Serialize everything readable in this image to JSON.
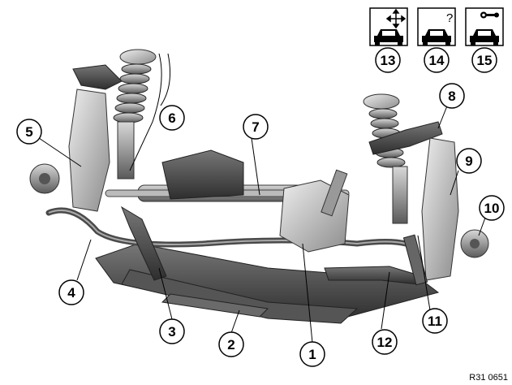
{
  "figure_ref": "R31 0651",
  "callouts": [
    {
      "n": "1"
    },
    {
      "n": "2"
    },
    {
      "n": "3"
    },
    {
      "n": "4"
    },
    {
      "n": "5"
    },
    {
      "n": "6"
    },
    {
      "n": "7"
    },
    {
      "n": "8"
    },
    {
      "n": "9"
    },
    {
      "n": "10"
    },
    {
      "n": "11"
    },
    {
      "n": "12"
    },
    {
      "n": "13"
    },
    {
      "n": "14"
    },
    {
      "n": "15"
    }
  ],
  "icons": [
    {
      "name": "car-adjust-arrows-icon"
    },
    {
      "name": "car-question-icon",
      "glyph": "?"
    },
    {
      "name": "car-wrench-icon"
    }
  ],
  "colors": {
    "background": "#ffffff",
    "line": "#000000",
    "metal": "#8a8a8a",
    "dark": "#3a3a3a"
  }
}
